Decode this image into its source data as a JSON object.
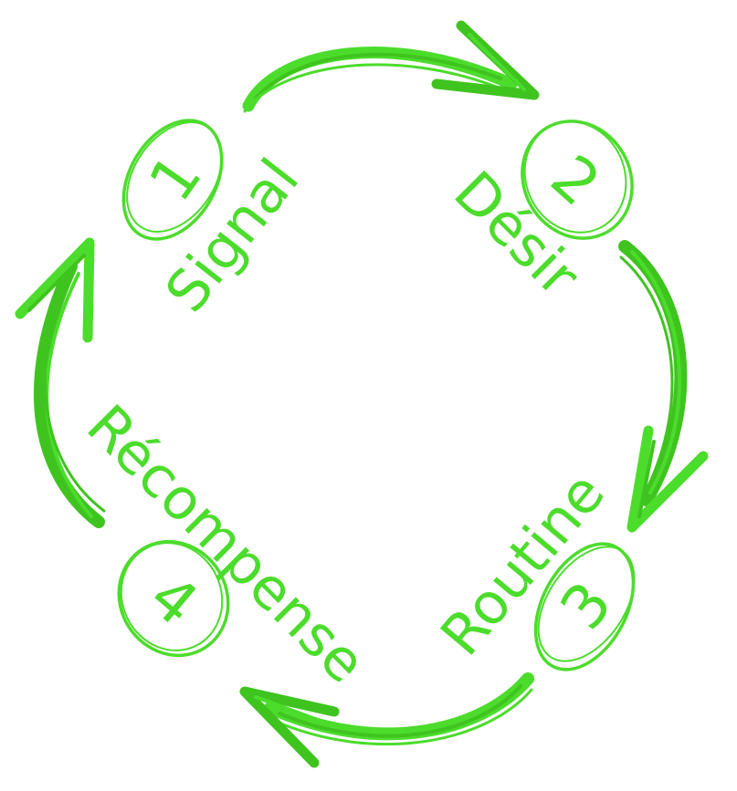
{
  "colors": {
    "accent": "#4cdc2c",
    "accent_dark": "#3fc41f"
  },
  "steps": [
    {
      "number": "1",
      "label": "Signal"
    },
    {
      "number": "2",
      "label": "Désir"
    },
    {
      "number": "3",
      "label": "Routine"
    },
    {
      "number": "4",
      "label": "Récompense"
    }
  ]
}
